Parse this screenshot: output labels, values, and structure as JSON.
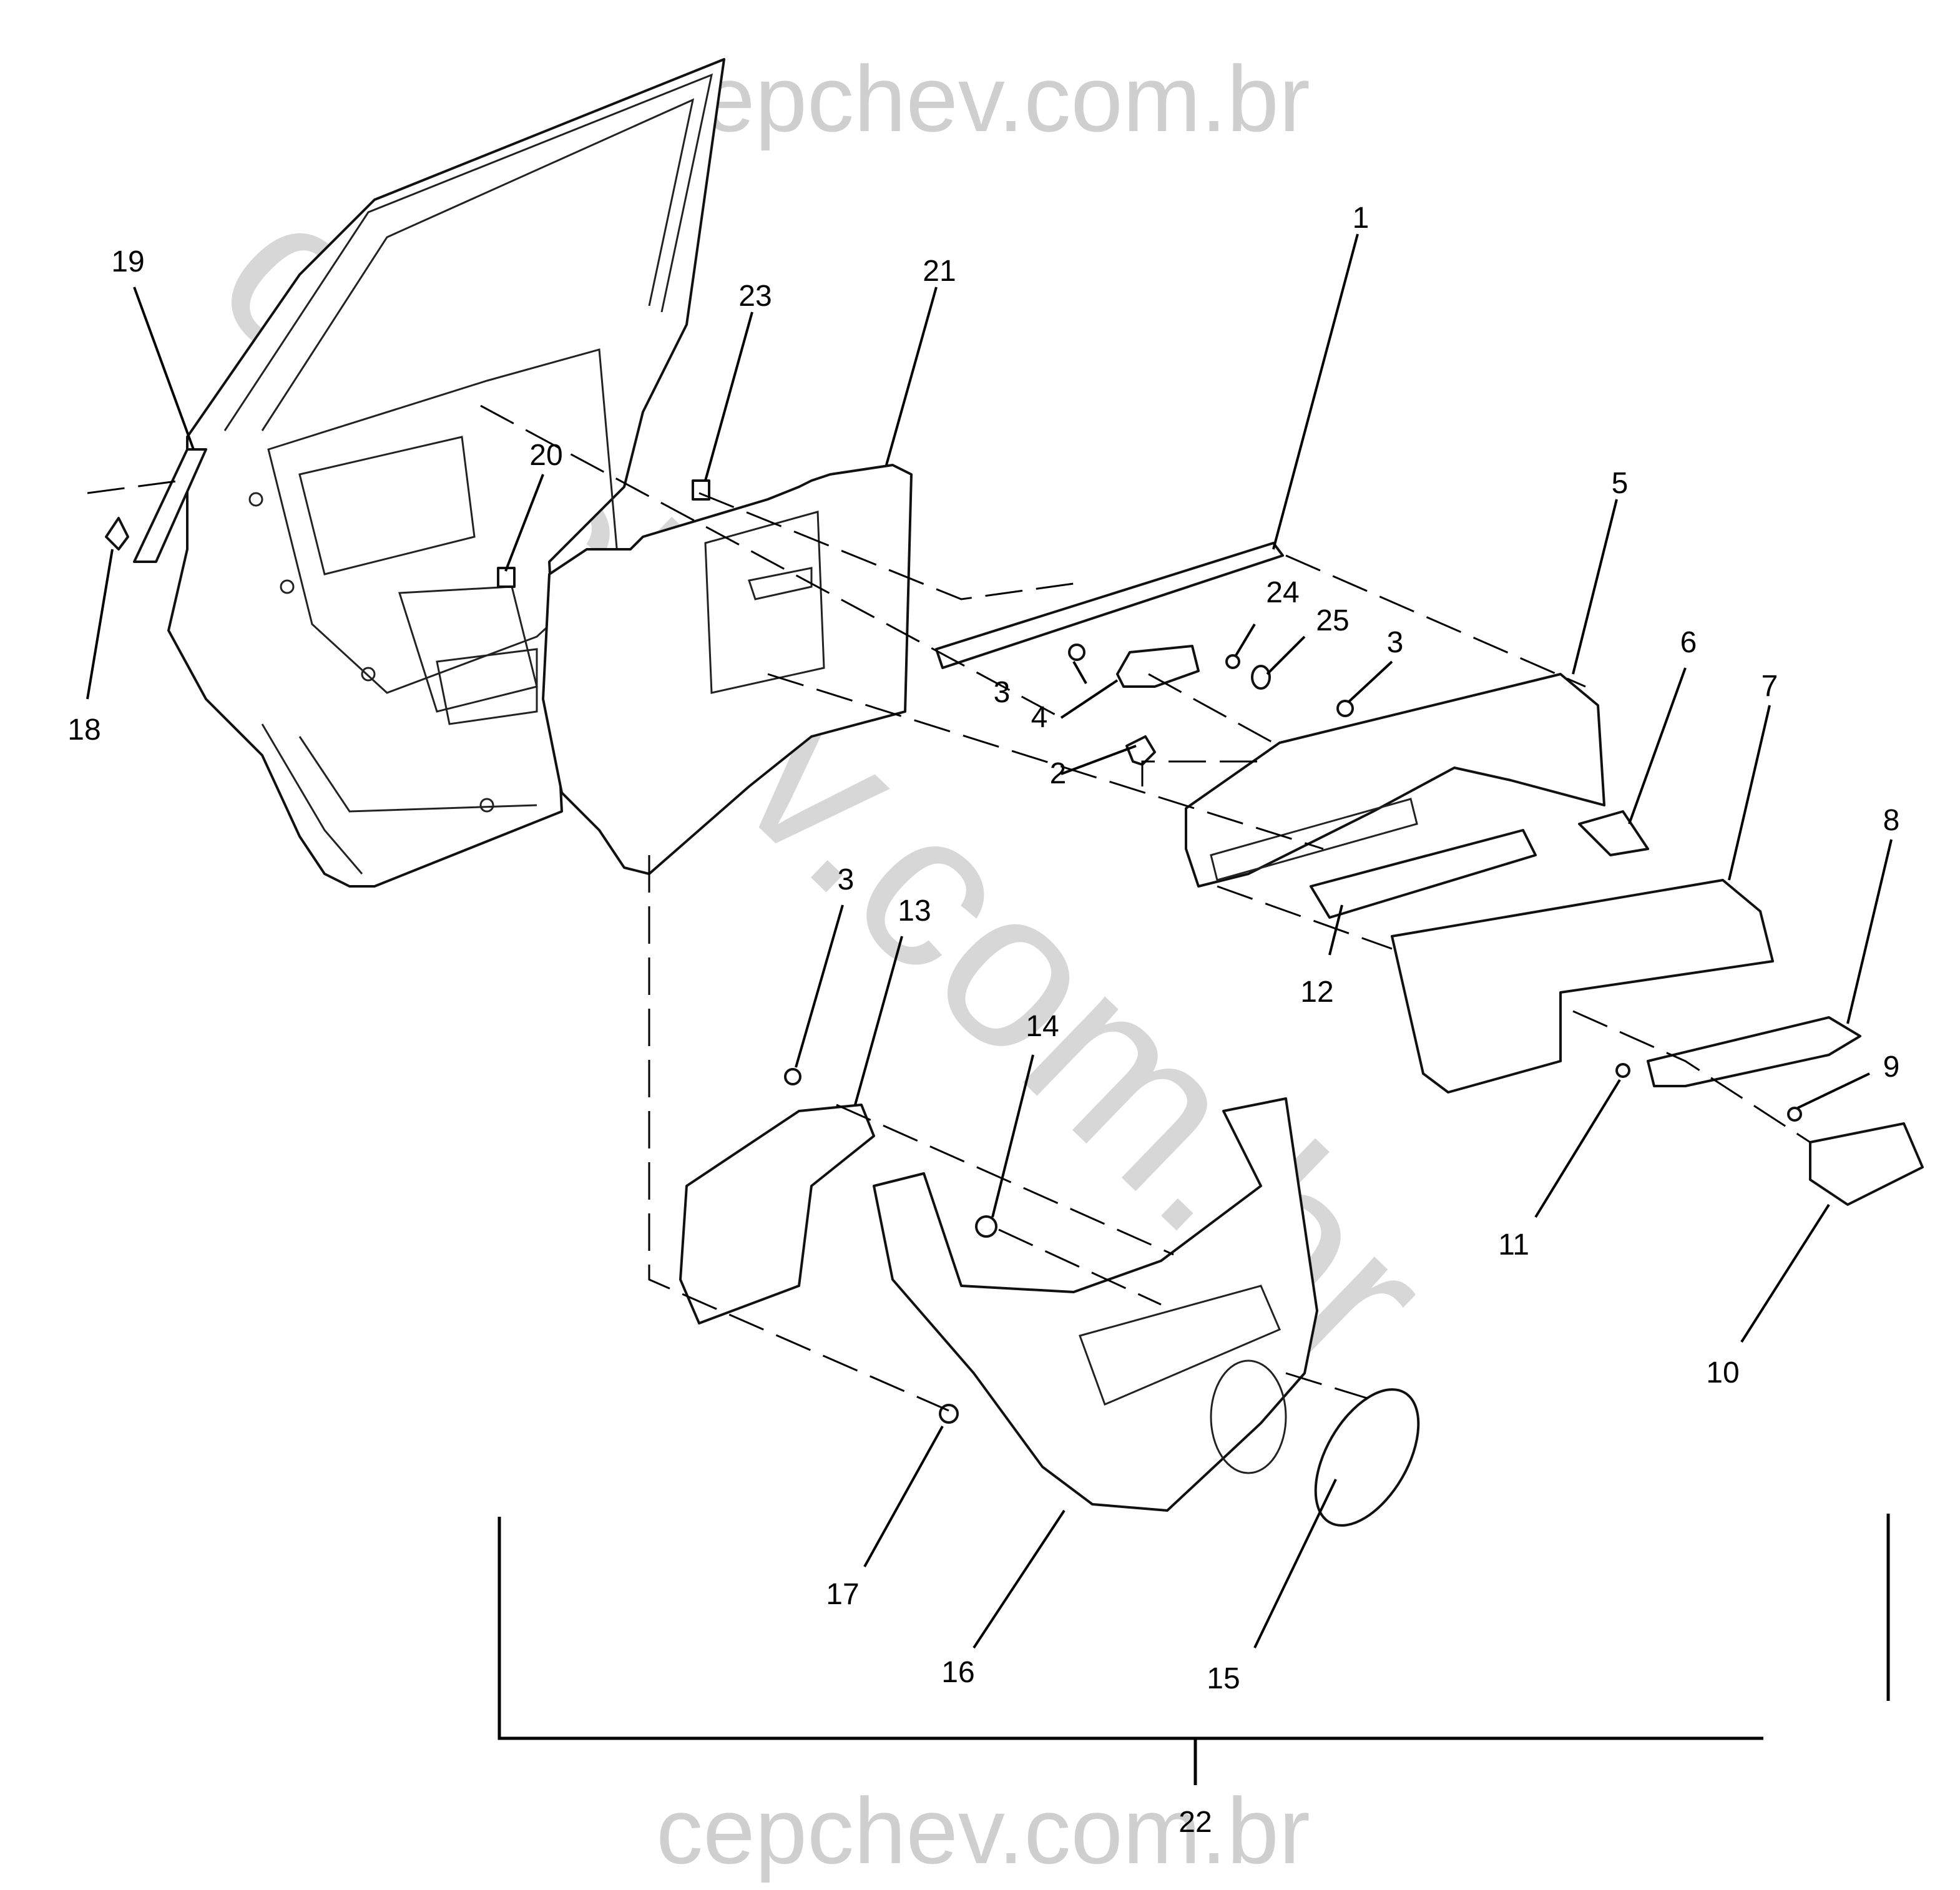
{
  "watermark": {
    "top": "cepchev.com.br",
    "bottom": "cepchev.com.br",
    "diagonal": "cepchev.com.br"
  },
  "callouts": {
    "c1": "1",
    "c2": "2",
    "c3a": "3",
    "c3b": "3",
    "c3c": "3",
    "c4": "4",
    "c5": "5",
    "c6": "6",
    "c7": "7",
    "c8": "8",
    "c9": "9",
    "c10": "10",
    "c11": "11",
    "c12": "12",
    "c13": "13",
    "c14": "14",
    "c15": "15",
    "c16": "16",
    "c17": "17",
    "c18": "18",
    "c19": "19",
    "c20": "20",
    "c21": "21",
    "c22": "22",
    "c23": "23",
    "c24": "24",
    "c25": "25"
  }
}
